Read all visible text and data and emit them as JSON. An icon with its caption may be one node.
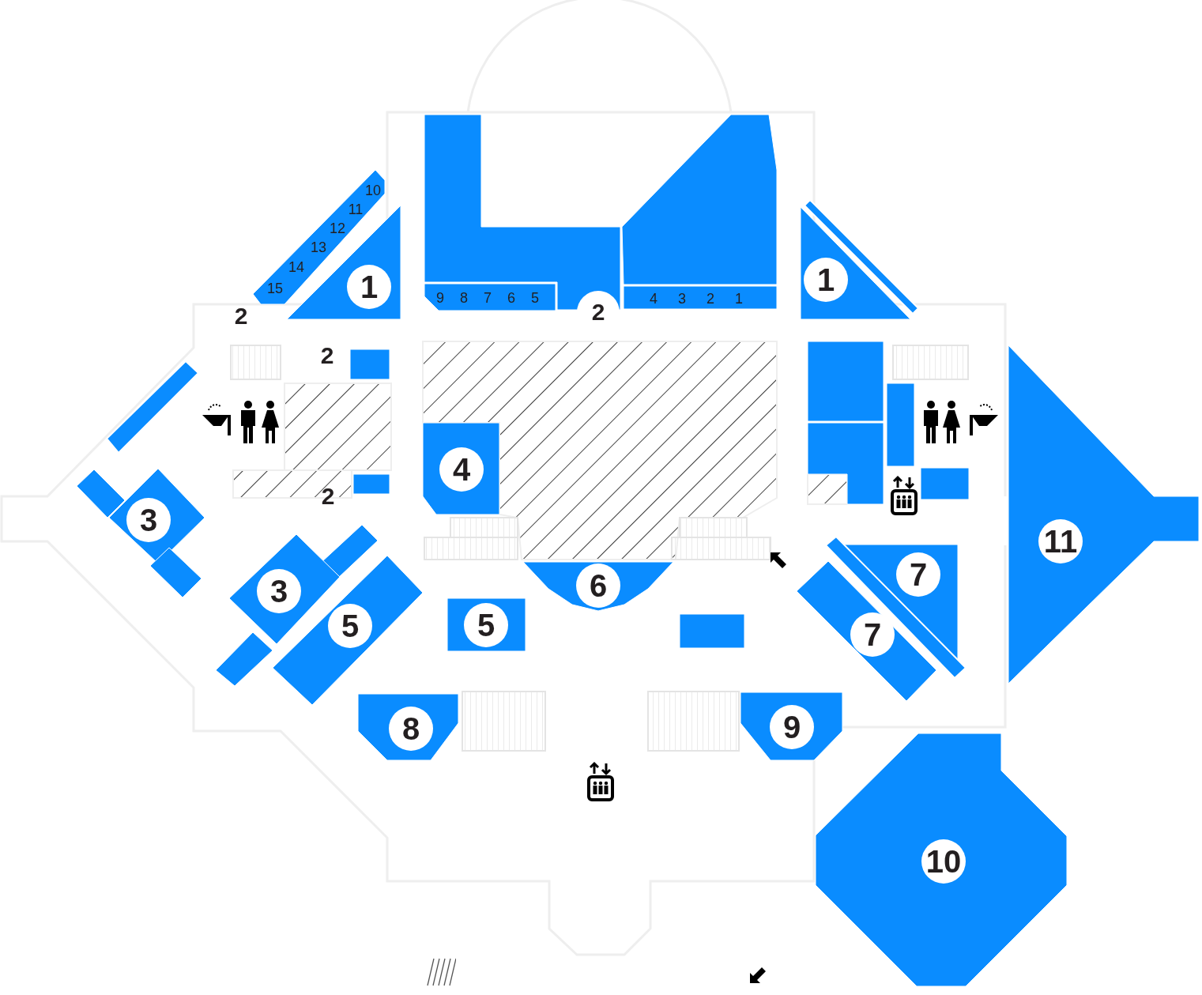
{
  "diagram": {
    "nodes": [
      {
        "text": [
          "10",
          "11",
          "12",
          "13",
          "14",
          "15"
        ]
      },
      {
        "text": [
          "1"
        ]
      },
      {
        "text": [],
        "shape": "box"
      },
      {
        "text": [
          "9",
          "8",
          "7",
          "6",
          "5"
        ]
      },
      {
        "text": [],
        "shape": "box"
      },
      {
        "text": [
          "4",
          "3",
          "2",
          "1"
        ]
      },
      {
        "text": [],
        "shape": "bar"
      },
      {
        "text": [
          "1"
        ]
      },
      {
        "text": [],
        "shape": "box"
      },
      {
        "text": [],
        "shape": "box"
      },
      {
        "text": [],
        "shape": "box"
      },
      {
        "text": [],
        "shape": "box"
      },
      {
        "text": [],
        "shape": "box"
      },
      {
        "text": [],
        "shape": "box"
      },
      {
        "text": [],
        "shape": "bar"
      },
      {
        "text": [],
        "shape": "box"
      },
      {
        "text": [
          "3"
        ]
      },
      {
        "text": [],
        "shape": "box"
      },
      {
        "text": [],
        "shape": "box"
      },
      {
        "text": [
          "4"
        ]
      },
      {
        "text": [],
        "shape": "box"
      },
      {
        "text": [
          "3"
        ]
      },
      {
        "text": [
          "6"
        ]
      },
      {
        "text": [
          "7"
        ]
      },
      {
        "text": [],
        "shape": "bar"
      },
      {
        "text": [],
        "shape": "box"
      },
      {
        "text": [
          "5"
        ]
      },
      {
        "text": [
          "5"
        ]
      },
      {
        "text": [
          "11"
        ]
      },
      {
        "text": [
          "7"
        ]
      },
      {
        "text": [
          "8"
        ]
      },
      {
        "text": [
          "9"
        ]
      },
      {
        "text": [
          "10"
        ]
      }
    ],
    "labels": [
      "2",
      "2",
      "2",
      "2"
    ]
  }
}
